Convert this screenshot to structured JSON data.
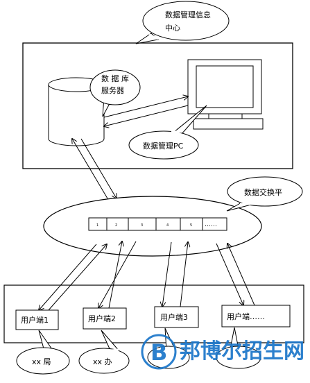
{
  "diagram": {
    "center_bubble": {
      "line1": "数据管理信息",
      "line2": "中心"
    },
    "db_bubble": {
      "line1": "数 据 库",
      "line2": "服务器"
    },
    "pc_bubble": {
      "label": "数据管理PC"
    },
    "exchange_bubble": {
      "label": "数据交换平"
    },
    "exchange_cells": [
      "1",
      "2",
      "3",
      "4",
      "5",
      "……"
    ],
    "clients": [
      "用户端1",
      "用户端2",
      "用户端3",
      "用户端……"
    ],
    "client_bubbles": [
      "xx 局",
      "xx 办",
      "",
      ""
    ]
  },
  "watermark": {
    "text": "邦博尔招生网",
    "logo_letter": "B",
    "sub_text": ""
  }
}
